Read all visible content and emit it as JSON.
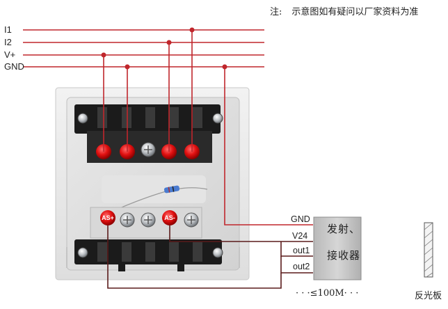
{
  "note": {
    "lead": "注:",
    "text": "示意图如有疑问以厂家资料为准"
  },
  "bus": {
    "labels": [
      "I1",
      "I2",
      "V+",
      "GND"
    ]
  },
  "module": {
    "terminal_labels": [
      "AS+",
      "AS-"
    ]
  },
  "receiver": {
    "title_line1": "发射、",
    "title_line2": "接收器",
    "terminals": [
      "GND",
      "V24",
      "out1",
      "out2"
    ]
  },
  "distance_label": "· · ·≤100M· · ·",
  "reflector_label": "反光板",
  "colors": {
    "wire": "#c0262c",
    "dark_wire": "#5a1a1a",
    "red_screw": "#e01010"
  }
}
